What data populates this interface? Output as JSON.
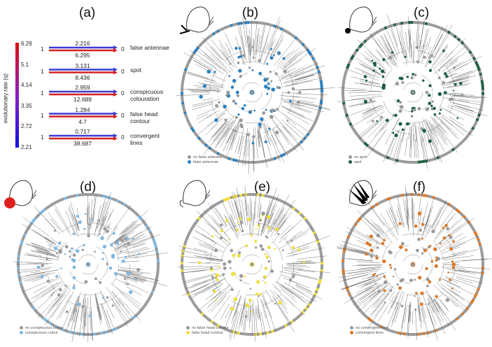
{
  "panels": {
    "a": {
      "label": "(a)"
    },
    "b": {
      "label": "(b)",
      "legend": [
        "no false antenna",
        "false antennae"
      ],
      "color": "#2b80c0"
    },
    "c": {
      "label": "(c)",
      "legend": [
        "no spot",
        "spot"
      ],
      "color": "#1d5e40"
    },
    "d": {
      "label": "(d)",
      "legend": [
        "no conspicuous colour",
        "conspicuous colour"
      ],
      "color": "#7fb8e3"
    },
    "e": {
      "label": "(e)",
      "legend": [
        "no false head contour",
        "false head contour"
      ],
      "color": "#f0dc3a"
    },
    "f": {
      "label": "(f)",
      "legend": [
        "no convergent lines",
        "convergent lines"
      ],
      "color": "#d9792a"
    }
  },
  "rates": {
    "axis_label": "evolutionary rate (q)",
    "ticks": [
      "6.29",
      "5.1",
      "4.14",
      "3.35",
      "2.72",
      "2.21"
    ],
    "state_left": "1",
    "state_right": "0",
    "traits": [
      {
        "name1": "false antennae",
        "name2": "",
        "top": "2.216",
        "bottom": "6.295"
      },
      {
        "name1": "spot",
        "name2": "",
        "top": "3.131",
        "bottom": "8.436"
      },
      {
        "name1": "conspicuous",
        "name2": "colouration",
        "top": "2.959",
        "bottom": "12.689"
      },
      {
        "name1": "false head",
        "name2": "contour",
        "top": "1.284",
        "bottom": "4.7"
      },
      {
        "name1": "convergent",
        "name2": "lines",
        "top": "0.717",
        "bottom": "38.687"
      }
    ]
  },
  "colors": {
    "gray_ring": "#9a9a9a",
    "blue_arrow": "#3a3ad8",
    "red_arrow": "#d42020"
  }
}
